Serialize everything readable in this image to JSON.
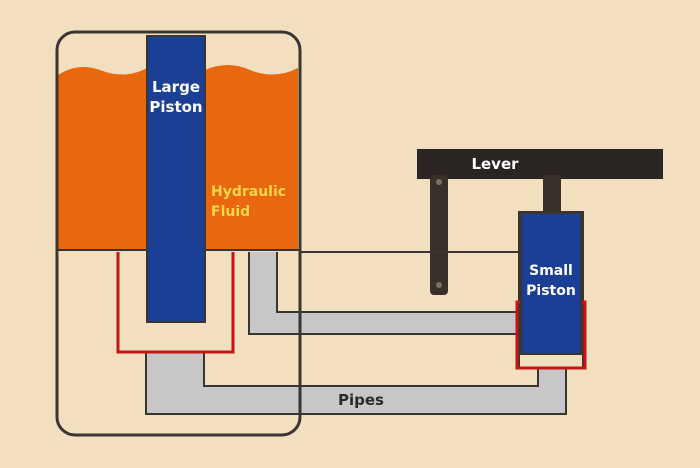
{
  "labels": {
    "large_piston": [
      "Large",
      "Piston"
    ],
    "small_piston": [
      "Small",
      "Piston"
    ],
    "hydraulic_fluid": [
      "Hydraulic",
      "Fluid"
    ],
    "lever": "Lever",
    "pipes": "Pipes"
  },
  "colors": {
    "background": "#f2dfc0",
    "fluid": "#e8670f",
    "piston": "#1a3f94",
    "pipe": "#c7c7c7",
    "outline": "#3a3531",
    "seal": "#c41616",
    "lever": "#2a2523",
    "label_light": "#ffffff",
    "label_fluid": "#ffd54a",
    "label_dark": "#2b2b2b"
  }
}
